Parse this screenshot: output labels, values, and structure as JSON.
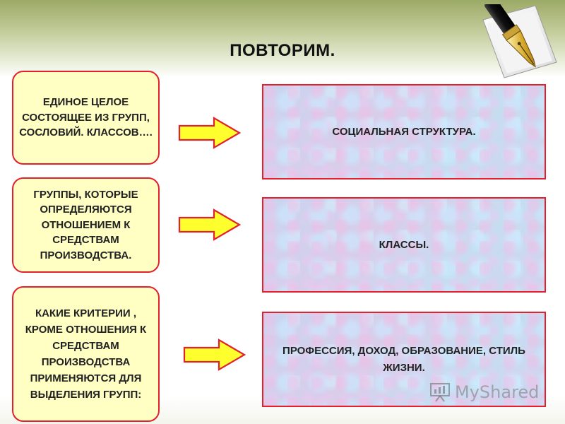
{
  "slide": {
    "title": "ПОВТОРИМ."
  },
  "rows": [
    {
      "question": "ЕДИНОЕ ЦЕЛОЕ СОСТОЯЩЕЕ ИЗ ГРУПП, СОСЛОВИЙ. КЛАССОВ….",
      "answer": "СОЦИАЛЬНАЯ СТРУКТУРА."
    },
    {
      "question": "ГРУППЫ, КОТОРЫЕ ОПРЕДЕЛЯЮТСЯ ОТНОШЕНИЕМ К СРЕДСТВАМ ПРОИЗВОДСТВА.",
      "answer": "КЛАССЫ."
    },
    {
      "question": "КАКИЕ КРИТЕРИИ , КРОМЕ ОТНОШЕНИЯ К СРЕДСТВАМ ПРОИЗВОДСТВА ПРИМЕНЯЮТСЯ ДЛЯ ВЫДЕЛЕНИЯ ГРУПП:",
      "answer": "ПРОФЕССИЯ, ДОХОД, ОБРАЗОВАНИЕ, СТИЛЬ ЖИЗНИ."
    }
  ],
  "watermark": {
    "text": "MyShared"
  },
  "colors": {
    "question_fill": "#ffffc4",
    "border_red": "#e3202e",
    "arrow_fill": "#ffff2e",
    "answer_fill": "#cdd9ee"
  },
  "icons": {
    "corner": "fountain-pen-icon",
    "connector": "right-arrow-icon",
    "watermark": "presentation-chart-icon"
  }
}
